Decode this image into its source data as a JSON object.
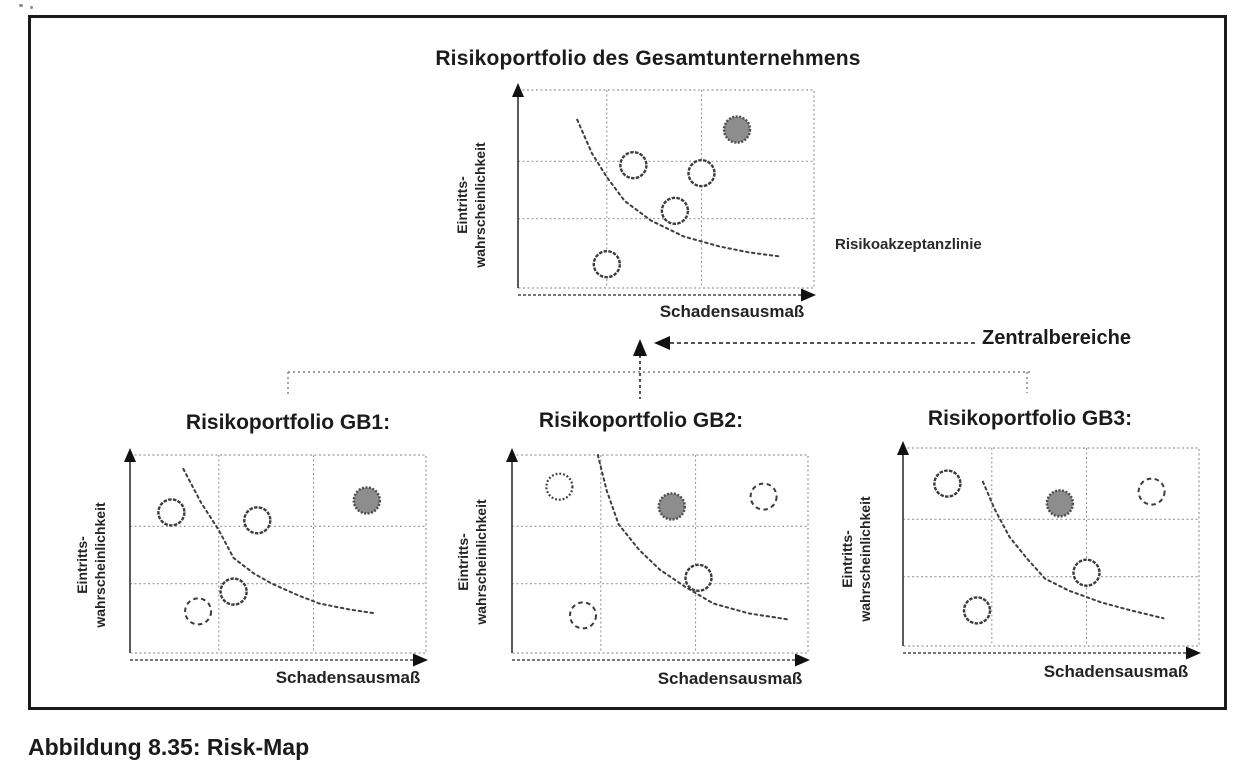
{
  "figure": {
    "caption": "Abbildung 8.35: Risk-Map",
    "central_units_label": "Zentralbereiche"
  },
  "colors": {
    "ink": "#1b1b1b",
    "frame": "#1a1a1a",
    "grid": "#9a9a9a",
    "curve": "#3f3f3f",
    "axis": "#4a4a4a",
    "arrowhead": "#111111",
    "filled_point_fill": "#8d8d8d",
    "point_stroke": "#3c3c3c"
  },
  "chart_data": [
    {
      "id": "gesamtunternehmen",
      "type": "scatter",
      "title": "Risikoportfolio des Gesamtunternehmens",
      "xlabel": "Schadensausmaß",
      "ylabel_line1": "Eintritts-",
      "ylabel_line2": "wahrscheinlichkeit",
      "annotation": "Risikoakzeptanzlinie",
      "grid_on": true,
      "grid_x": [
        0.3,
        0.62
      ],
      "grid_y": [
        0.35,
        0.64
      ],
      "points": [
        {
          "x": 0.74,
          "y": 0.8,
          "style": "filled"
        },
        {
          "x": 0.39,
          "y": 0.62,
          "style": "open"
        },
        {
          "x": 0.62,
          "y": 0.58,
          "style": "open"
        },
        {
          "x": 0.53,
          "y": 0.39,
          "style": "open"
        },
        {
          "x": 0.3,
          "y": 0.12,
          "style": "open"
        }
      ],
      "acceptance_curve": [
        [
          0.2,
          0.85
        ],
        [
          0.25,
          0.68
        ],
        [
          0.3,
          0.56
        ],
        [
          0.36,
          0.44
        ],
        [
          0.45,
          0.34
        ],
        [
          0.56,
          0.26
        ],
        [
          0.68,
          0.21
        ],
        [
          0.78,
          0.18
        ],
        [
          0.88,
          0.16
        ]
      ]
    },
    {
      "id": "gb1",
      "type": "scatter",
      "title": "Risikoportfolio GB1:",
      "xlabel": "Schadensausmaß",
      "ylabel_line1": "Eintritts-",
      "ylabel_line2": "wahrscheinlichkeit",
      "grid_on": true,
      "grid_x": [
        0.3,
        0.62
      ],
      "grid_y": [
        0.35,
        0.64
      ],
      "points": [
        {
          "x": 0.14,
          "y": 0.71,
          "style": "open"
        },
        {
          "x": 0.43,
          "y": 0.67,
          "style": "open"
        },
        {
          "x": 0.8,
          "y": 0.77,
          "style": "filled"
        },
        {
          "x": 0.35,
          "y": 0.31,
          "style": "open"
        },
        {
          "x": 0.23,
          "y": 0.21,
          "style": "dashed"
        }
      ],
      "acceptance_curve": [
        [
          0.18,
          0.93
        ],
        [
          0.24,
          0.76
        ],
        [
          0.3,
          0.62
        ],
        [
          0.35,
          0.48
        ],
        [
          0.42,
          0.4
        ],
        [
          0.48,
          0.35
        ],
        [
          0.57,
          0.29
        ],
        [
          0.64,
          0.25
        ],
        [
          0.74,
          0.22
        ],
        [
          0.83,
          0.2
        ]
      ]
    },
    {
      "id": "gb2",
      "type": "scatter",
      "title": "Risikoportfolio GB2:",
      "xlabel": "Schadensausmaß",
      "ylabel_line1": "Eintritts-",
      "ylabel_line2": "wahrscheinlichkeit",
      "grid_on": true,
      "grid_x": [
        0.3,
        0.62
      ],
      "grid_y": [
        0.35,
        0.64
      ],
      "points": [
        {
          "x": 0.16,
          "y": 0.84,
          "style": "dotted"
        },
        {
          "x": 0.54,
          "y": 0.74,
          "style": "filled"
        },
        {
          "x": 0.85,
          "y": 0.79,
          "style": "dashed"
        },
        {
          "x": 0.63,
          "y": 0.38,
          "style": "open"
        },
        {
          "x": 0.24,
          "y": 0.19,
          "style": "dashed"
        }
      ],
      "acceptance_curve": [
        [
          0.29,
          1.0
        ],
        [
          0.32,
          0.82
        ],
        [
          0.36,
          0.65
        ],
        [
          0.43,
          0.52
        ],
        [
          0.5,
          0.42
        ],
        [
          0.59,
          0.33
        ],
        [
          0.68,
          0.25
        ],
        [
          0.8,
          0.2
        ],
        [
          0.93,
          0.17
        ]
      ]
    },
    {
      "id": "gb3",
      "type": "scatter",
      "title": "Risikoportfolio GB3:",
      "xlabel": "Schadensausmaß",
      "ylabel_line1": "Eintritts-",
      "ylabel_line2": "wahrscheinlichkeit",
      "grid_on": true,
      "grid_x": [
        0.3,
        0.62
      ],
      "grid_y": [
        0.35,
        0.64
      ],
      "points": [
        {
          "x": 0.15,
          "y": 0.82,
          "style": "open"
        },
        {
          "x": 0.53,
          "y": 0.72,
          "style": "filled"
        },
        {
          "x": 0.84,
          "y": 0.78,
          "style": "dashed"
        },
        {
          "x": 0.62,
          "y": 0.37,
          "style": "open"
        },
        {
          "x": 0.25,
          "y": 0.18,
          "style": "open"
        }
      ],
      "acceptance_curve": [
        [
          0.27,
          0.83
        ],
        [
          0.31,
          0.69
        ],
        [
          0.36,
          0.55
        ],
        [
          0.42,
          0.44
        ],
        [
          0.48,
          0.34
        ],
        [
          0.56,
          0.28
        ],
        [
          0.67,
          0.22
        ],
        [
          0.77,
          0.18
        ],
        [
          0.88,
          0.14
        ]
      ]
    }
  ]
}
